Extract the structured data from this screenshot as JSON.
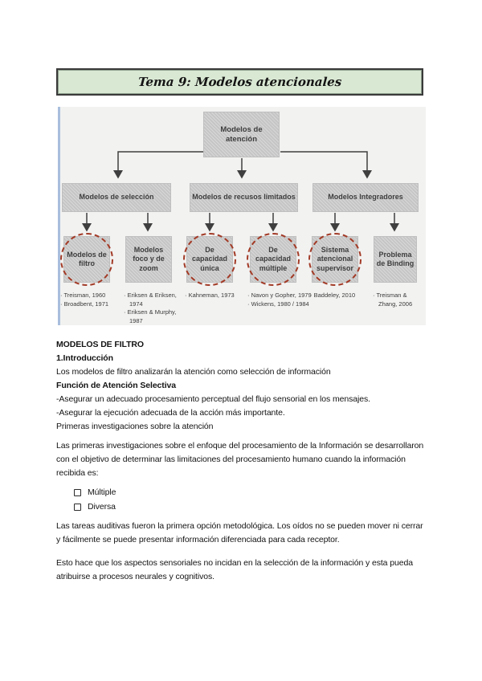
{
  "title_banner": {
    "text": "Tema 9: Modelos atencionales",
    "bg_color": "#d9e8d3",
    "border_color": "#3a3a3a"
  },
  "diagram": {
    "bg_color": "#f2f2f1",
    "box_color": "#c9c9c9",
    "highlight_circle_color": "#a23b27",
    "root": {
      "label": "Modelos de atención"
    },
    "level2": [
      {
        "label": "Modelos de selección"
      },
      {
        "label": "Modelos de recusos limitados"
      },
      {
        "label": "Modelos Integradores"
      }
    ],
    "level3": [
      {
        "label": "Modelos de filtro",
        "circled": true,
        "refs": [
          "Treisman, 1960",
          "Broadbent, 1971"
        ]
      },
      {
        "label": "Modelos foco y de zoom",
        "circled": false,
        "refs": [
          "Eriksen & Eriksen, 1974",
          "Eriksen & Murphy, 1987"
        ]
      },
      {
        "label": "De capacidad única",
        "circled": true,
        "refs": [
          "Kahneman, 1973"
        ]
      },
      {
        "label": "De capacidad múltiple",
        "circled": true,
        "refs": [
          "Navon y Gopher, 1979",
          "Wickens, 1980 / 1984"
        ]
      },
      {
        "label": "Sistema atencional supervisor",
        "circled": true,
        "refs": [
          "Baddeley, 2010"
        ]
      },
      {
        "label": "Problema de Binding",
        "circled": false,
        "refs": [
          "Treisman & Zhang, 2006"
        ]
      }
    ]
  },
  "content": {
    "heading1": "MODELOS DE FILTRO",
    "heading2": "1.Introducción",
    "intro_line": "Los modelos de filtro analizarán la atención como selección de información",
    "heading3": "Función de Atención Selectiva",
    "bullet1": "-Asegurar un adecuado procesamiento perceptual del flujo sensorial en los mensajes.",
    "bullet2": "-Asegurar la ejecución adecuada de la acción más importante.",
    "subheading": "Primeras investigaciones sobre la atención",
    "paragraph1": "Las primeras investigaciones sobre el enfoque del procesamiento de la Información se desarrollaron con el objetivo de determinar las limitaciones del procesamiento humano cuando la información recibida es:",
    "checklist": [
      "Múltiple",
      "Diversa"
    ],
    "paragraph2": "Las tareas auditivas fueron la primera opción metodológica. Los oídos no se pueden mover ni cerrar y fácilmente se puede presentar información diferenciada para cada receptor.",
    "paragraph3": "Esto hace que los aspectos sensoriales no incidan en la selección de la información y esta pueda atribuirse a procesos neurales y cognitivos."
  }
}
